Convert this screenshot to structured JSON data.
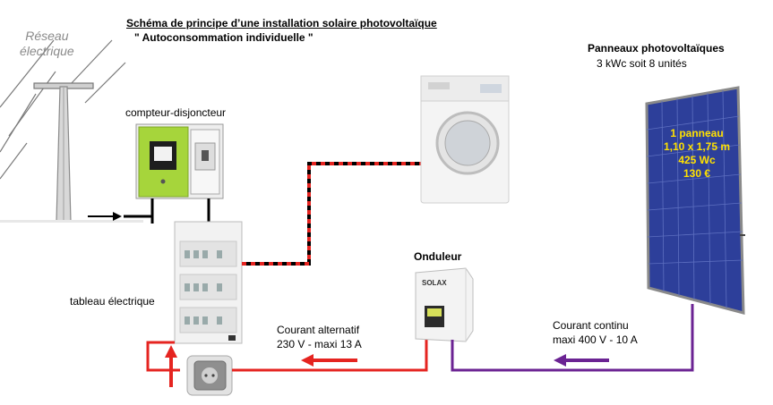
{
  "title": "Schéma de principe d’une installation solaire photovoltaïque",
  "subtitle": "\" Autoconsommation individuelle \"",
  "grid": {
    "line1": "Réseau",
    "line2": "électrique"
  },
  "meter": {
    "label": "compteur-disjoncteur"
  },
  "panel_board": {
    "label": "tableau électrique"
  },
  "inverter": {
    "label": "Onduleur",
    "brand": "SOLAX"
  },
  "solar": {
    "title": "Panneaux photovoltaïques",
    "subtitle": "3 kWc  soit   8 unités",
    "panel_specs": [
      "1 panneau",
      "1,10 x 1,75 m",
      "425 Wc",
      "130 €"
    ]
  },
  "ac_current": {
    "line1": "Courant alternatif",
    "line2": "230 V - maxi 13 A"
  },
  "dc_current": {
    "line1": "Courant continu",
    "line2": "maxi 400 V - 10 A"
  },
  "colors": {
    "ac": "#e52420",
    "dc": "#6b2393",
    "meter_green": "#a6d53b",
    "panel_blue": "#2d3f9a",
    "dashed_red": "#e52420"
  }
}
